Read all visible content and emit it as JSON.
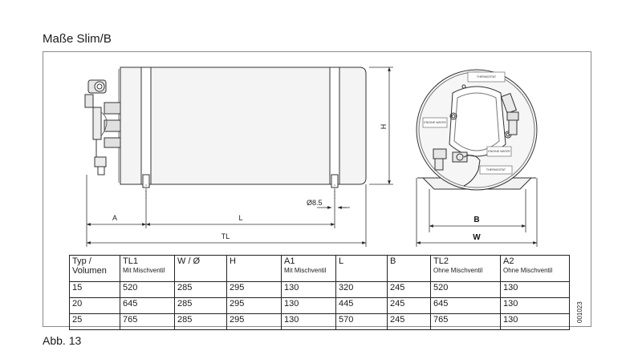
{
  "title": "Maße Slim/B",
  "caption": "Abb. 13",
  "doc_id": "001023",
  "dimension_labels": {
    "A": "A",
    "L": "L",
    "TL": "TL",
    "H": "H",
    "diameter": "Ø8.5",
    "B": "B",
    "W": "W"
  },
  "sticker_labels": [
    "THERMOSTAT",
    "ENGINE WATER",
    "ENGINE WATER",
    "THERMOSTAT"
  ],
  "table": {
    "headers": [
      {
        "main": "Typ /",
        "main2": "Volumen",
        "sub": ""
      },
      {
        "main": "TL1",
        "main2": "",
        "sub": "Mit Mischventil"
      },
      {
        "main": "W / Ø",
        "main2": "",
        "sub": ""
      },
      {
        "main": "H",
        "main2": "",
        "sub": ""
      },
      {
        "main": "A1",
        "main2": "",
        "sub": "Mit Mischventil"
      },
      {
        "main": "L",
        "main2": "",
        "sub": ""
      },
      {
        "main": "B",
        "main2": "",
        "sub": ""
      },
      {
        "main": "TL2",
        "main2": "",
        "sub": "Ohne Mischventil"
      },
      {
        "main": "A2",
        "main2": "",
        "sub": "Ohne Mischventil"
      }
    ],
    "rows": [
      [
        "15",
        "520",
        "285",
        "295",
        "130",
        "320",
        "245",
        "520",
        "130"
      ],
      [
        "20",
        "645",
        "285",
        "295",
        "130",
        "445",
        "245",
        "645",
        "130"
      ],
      [
        "25",
        "765",
        "285",
        "295",
        "130",
        "570",
        "245",
        "765",
        "130"
      ]
    ]
  }
}
